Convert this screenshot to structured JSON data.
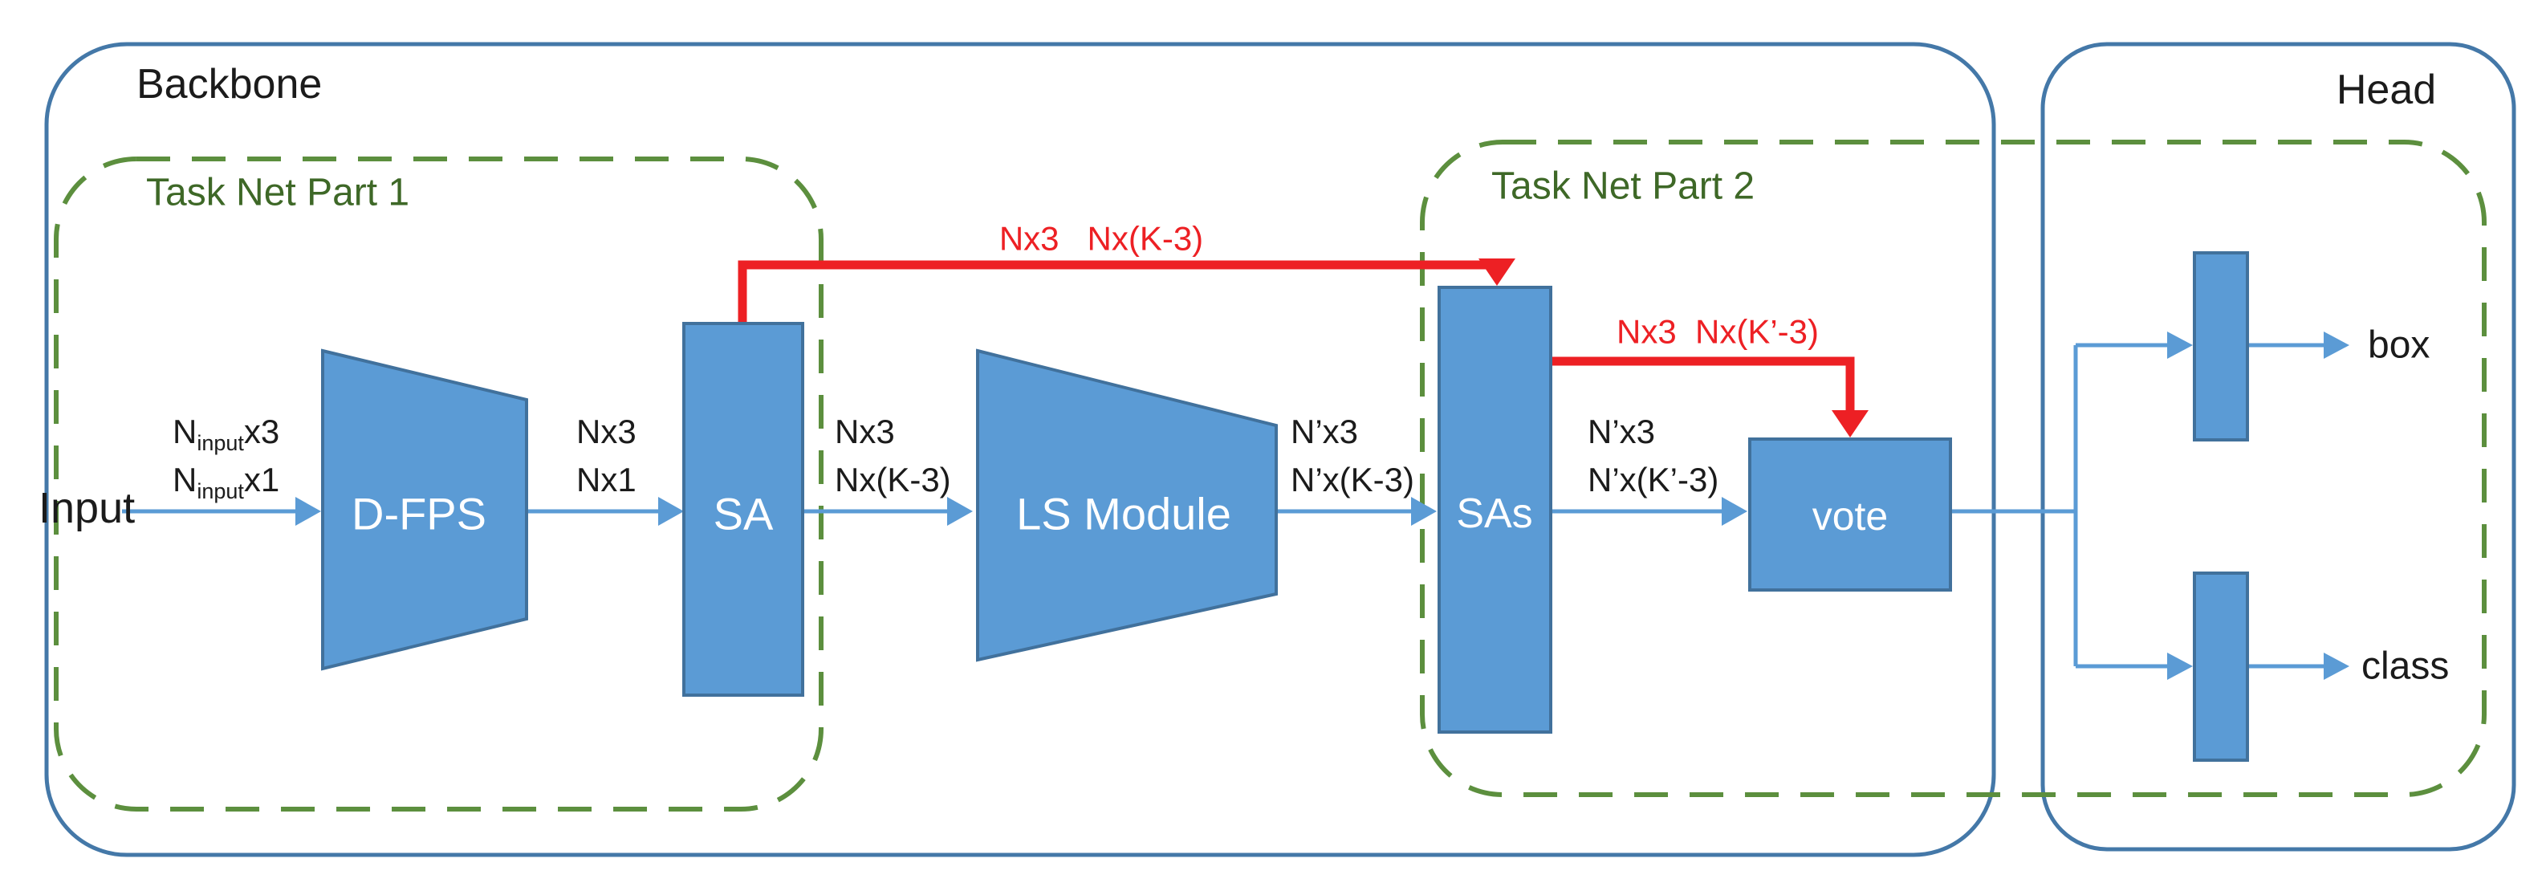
{
  "diagram": {
    "title_note": "3D point-cloud detection network architecture",
    "containers": {
      "backbone": {
        "label": "Backbone"
      },
      "head": {
        "label": "Head"
      },
      "task_net_part_1": {
        "label": "Task Net Part 1"
      },
      "task_net_part_2": {
        "label": "Task Net Part 2"
      }
    },
    "nodes": {
      "input": {
        "label": "Input"
      },
      "dfps": {
        "label": "D-FPS"
      },
      "sa": {
        "label": "SA"
      },
      "ls_module": {
        "label": "LS Module"
      },
      "sas": {
        "label": "SAs"
      },
      "vote": {
        "label": "vote"
      },
      "box_out": {
        "label": "box"
      },
      "class_out": {
        "label": "class"
      }
    },
    "edge_labels": {
      "input_dims": {
        "base": "N",
        "sub": "input",
        "line1_suffix": "x3",
        "line2_suffix": "x1"
      },
      "dfps_out": {
        "line1": "Nx3",
        "line2": "Nx1"
      },
      "sa_out": {
        "line1": "Nx3",
        "line2": "Nx(K-3)"
      },
      "ls_out": {
        "line1": "N’x3",
        "line2": "N’x(K-3)"
      },
      "sas_out": {
        "line1": "N’x3",
        "line2": "N’x(K’-3)"
      },
      "skip1": {
        "text": "Nx3   Nx(K-3)"
      },
      "skip2": {
        "text": "Nx3  Nx(K’-3)"
      }
    },
    "colors": {
      "block_fill": "#5b9bd5",
      "block_stroke": "#41719c",
      "outer_box_stroke": "#4478a8",
      "green_dash": "#5c8f3e",
      "green_text": "#3e6827",
      "red": "#ed2024",
      "black_text": "#1b1b1b",
      "arrow_blue": "#5b9bd5"
    }
  }
}
